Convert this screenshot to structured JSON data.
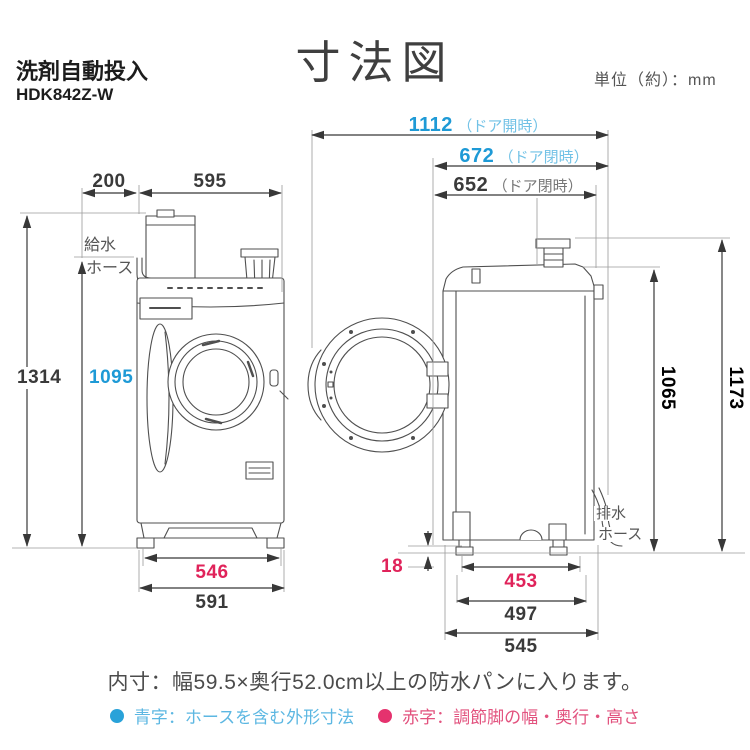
{
  "header": {
    "feature": "洗剤自動投入",
    "model": "HDK842Z-W",
    "title": "寸法図",
    "unit": "単位（約）：mm"
  },
  "front_view": {
    "hose_label_1": "給水",
    "hose_label_2": "ホース",
    "dim_hose_offset": "200",
    "dim_width": "595",
    "dim_total_height": "1314",
    "dim_height_incl_hose": "1095",
    "dim_feet_width": "546",
    "dim_base_width": "591"
  },
  "side_view": {
    "dim_depth_door_open": "1112",
    "note_door_open": "（ドア開時）",
    "dim_depth_incl_hose": "672",
    "note_door_closed_1": "（ドア閉時）",
    "dim_body_depth": "652",
    "note_door_closed_2": "（ドア閉時）",
    "dim_height_top": "1065",
    "dim_height_incl_valve": "1173",
    "dim_foot_height": "18",
    "dim_feet_depth": "453",
    "dim_base_depth": "497",
    "dim_full_depth": "545",
    "drain_label_1": "排水",
    "drain_label_2": "ホース"
  },
  "footer": {
    "note": "内寸：幅59.5×奥行52.0cm以上の防水パンに入ります。",
    "legend_blue": "青字：ホースを含む外形寸法",
    "legend_red": "赤字：調節脚の幅・奥行・高さ"
  },
  "colors": {
    "blue_number": "#1e9ad6",
    "light_blue": "#72c2e6",
    "red_number": "#e0235a",
    "legend_blue_dot": "#29a2d9",
    "legend_red_dot": "#e5326e",
    "line_art": "#4f4f4f"
  }
}
